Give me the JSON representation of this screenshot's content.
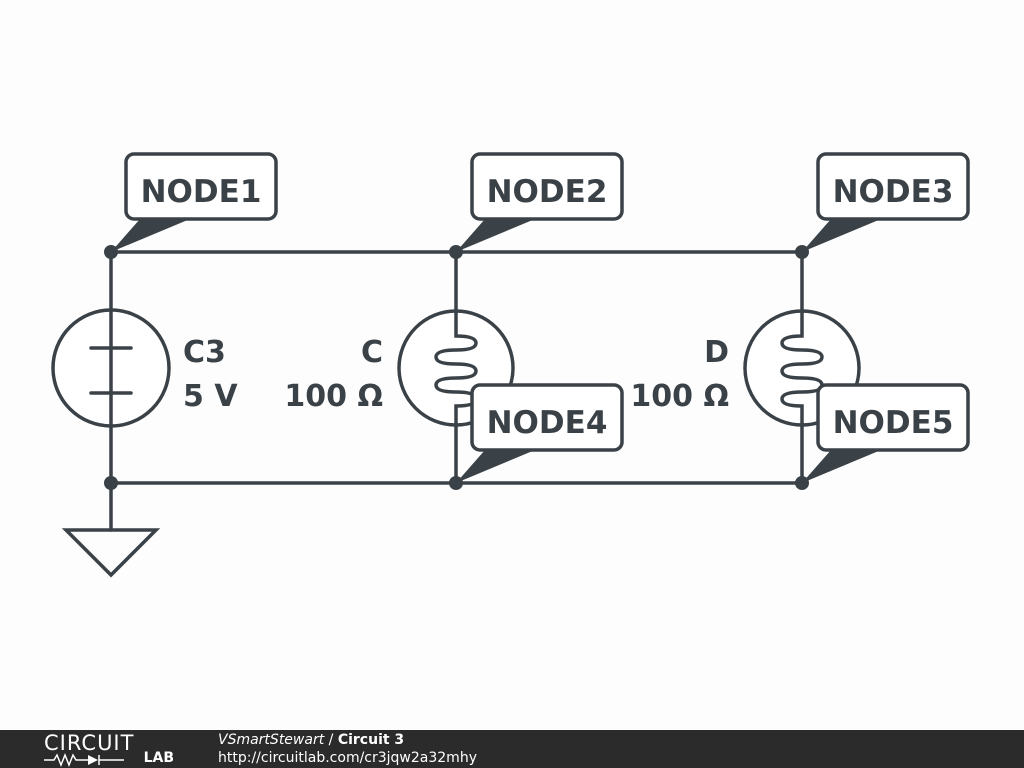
{
  "nodes": [
    "NODE1",
    "NODE2",
    "NODE3",
    "NODE4",
    "NODE5"
  ],
  "components": {
    "source": {
      "name": "C3",
      "value": "5 V"
    },
    "lamp_c": {
      "name": "C",
      "value": "100 Ω"
    },
    "lamp_d": {
      "name": "D",
      "value": "100 Ω"
    }
  },
  "footer": {
    "logo_top": "CIRCUIT",
    "logo_bottom": "LAB",
    "author": "VSmartStewart",
    "separator": " / ",
    "title": "Circuit 3",
    "url": "http://circuitlab.com/cr3jqw2a32mhy"
  },
  "colors": {
    "ink": "#3a4248",
    "background": "#fdfdfd",
    "footer_bg": "#2b2b2b"
  }
}
